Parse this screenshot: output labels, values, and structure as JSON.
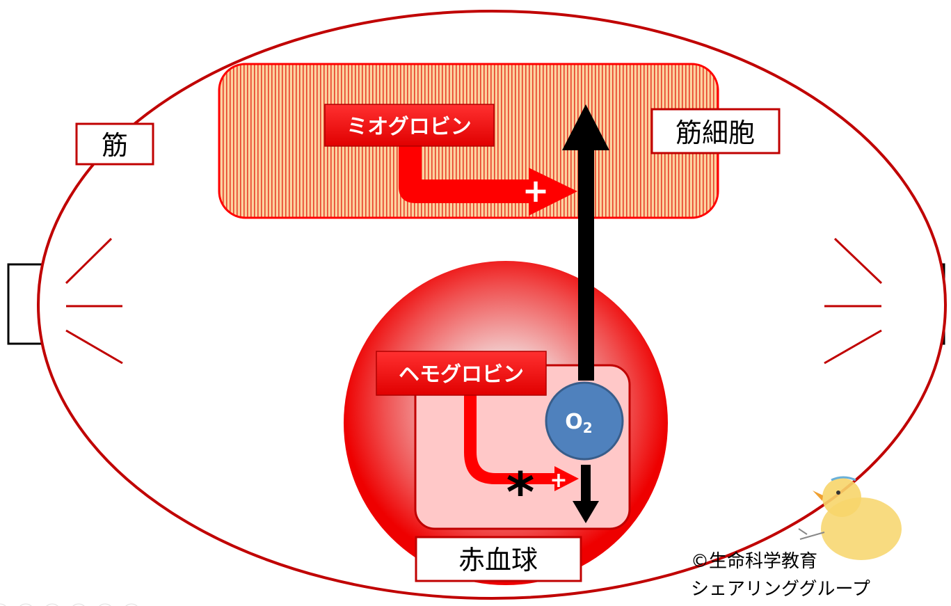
{
  "labels": {
    "muscle": "筋",
    "muscle_cell": "筋細胞",
    "myoglobin": "ミオグロビン",
    "hemoglobin": "ヘモグロビン",
    "red_blood_cell": "赤血球",
    "oxygen": "O",
    "oxygen_subscript": "2",
    "plus": "+",
    "asterisk": "*"
  },
  "credit": {
    "line1": "©生命科学教育",
    "line2": "シェアリンググループ"
  },
  "colors": {
    "outline_red": "#c00000",
    "label_red": "#ff0000",
    "oxygen_blue": "#4f81bd"
  }
}
